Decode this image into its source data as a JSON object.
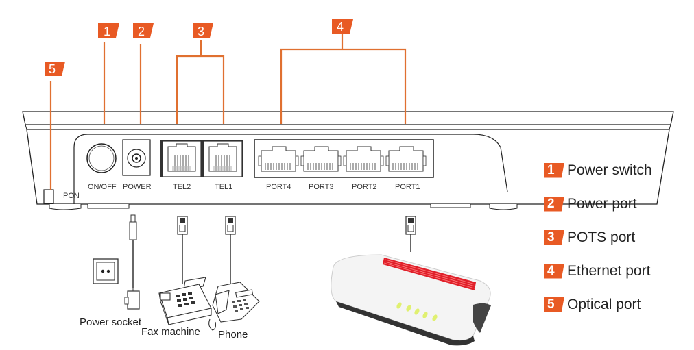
{
  "callouts": [
    {
      "num": "1",
      "target": "ON/OFF"
    },
    {
      "num": "2",
      "target": "POWER"
    },
    {
      "num": "3",
      "target": "TEL1/TEL2"
    },
    {
      "num": "4",
      "target": "PORT1-PORT4"
    },
    {
      "num": "5",
      "target": "PON"
    }
  ],
  "device_labels": {
    "pon": "PON",
    "onoff": "ON/OFF",
    "power": "POWER",
    "tel2": "TEL2",
    "tel1": "TEL1",
    "port4": "PORT4",
    "port3": "PORT3",
    "port2": "PORT2",
    "port1": "PORT1"
  },
  "peripherals": {
    "power_socket": "Power socket",
    "fax": "Fax machine",
    "phone": "Phone"
  },
  "legend": [
    {
      "num": "1",
      "label": "Power switch"
    },
    {
      "num": "2",
      "label": "Power port"
    },
    {
      "num": "3",
      "label": "POTS port"
    },
    {
      "num": "4",
      "label": "Ethernet port"
    },
    {
      "num": "5",
      "label": "Optical port"
    }
  ],
  "colors": {
    "accent": "#e85a24",
    "line": "#e07030"
  }
}
